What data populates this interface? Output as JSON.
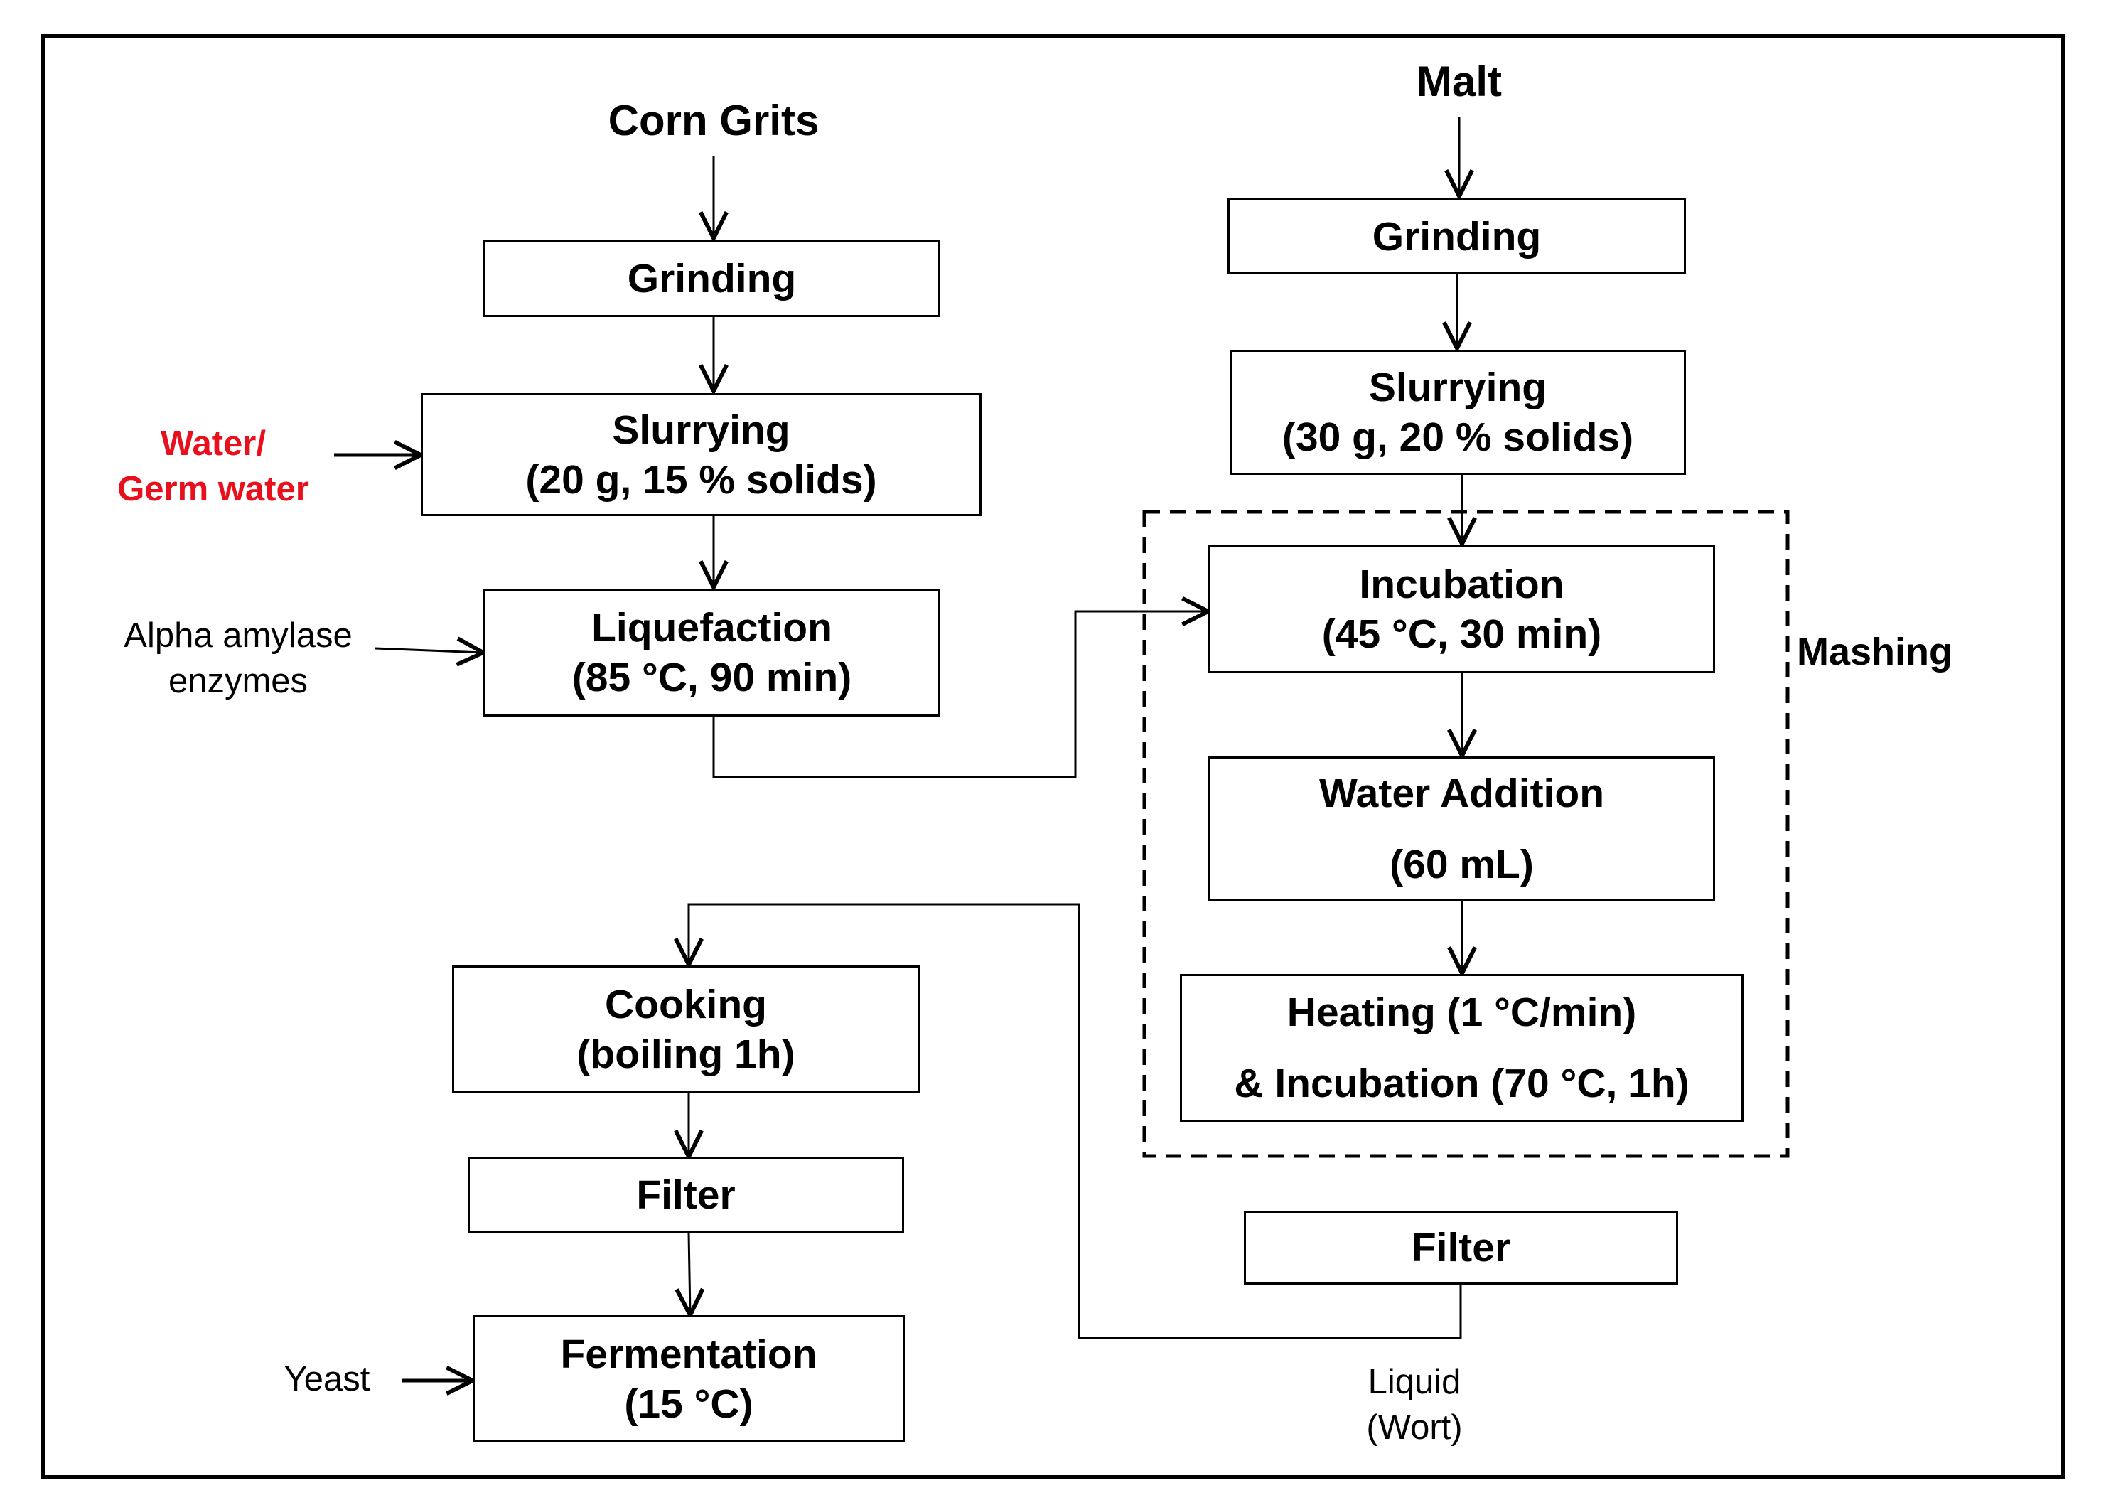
{
  "sources": {
    "corn": "Corn Grits",
    "malt": "Malt"
  },
  "inputs": {
    "water": [
      "Water/",
      "Germ water"
    ],
    "enzyme": [
      "Alpha amylase",
      "enzymes"
    ],
    "yeast": "Yeast",
    "liquid": [
      "Liquid",
      "(Wort)"
    ]
  },
  "corn_steps": {
    "grinding": [
      "Grinding"
    ],
    "slurrying": [
      "Slurrying",
      "(20 g, 15 % solids)"
    ],
    "liquefaction": [
      "Liquefaction",
      "(85 °C, 90 min)"
    ]
  },
  "malt_steps": {
    "grinding": [
      "Grinding"
    ],
    "slurrying": [
      "Slurrying",
      "(30 g, 20 % solids)"
    ]
  },
  "mashing": {
    "label": "Mashing",
    "incubation": [
      "Incubation",
      "(45 °C, 30 min)"
    ],
    "water_addition": [
      "Water Addition",
      "(60 mL)"
    ],
    "heating": [
      "Heating (1 °C/min)",
      "& Incubation (70 °C, 1h)"
    ]
  },
  "malt_filter": [
    "Filter"
  ],
  "final_steps": {
    "cooking": [
      "Cooking",
      "(boiling 1h)"
    ],
    "filter": [
      "Filter"
    ],
    "fermentation": [
      "Fermentation",
      "(15 °C)"
    ]
  }
}
